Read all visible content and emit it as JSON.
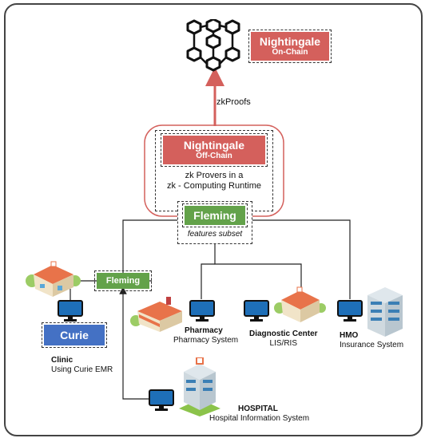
{
  "onchain": {
    "title": "Nightingale",
    "subtitle": "On-Chain"
  },
  "edge_label": "zkProofs",
  "offchain": {
    "title": "Nightingale",
    "subtitle": "Off-Chain",
    "desc_line1": "zk Provers in a",
    "desc_line2": "zk - Computing Runtime"
  },
  "fleming_main": {
    "title": "Fleming",
    "caption": "features subset"
  },
  "fleming_clinic": {
    "title": "Fleming"
  },
  "curie": {
    "title": "Curie"
  },
  "clinic": {
    "name": "Clinic",
    "system": "Using Curie EMR"
  },
  "pharmacy": {
    "name": "Pharmacy",
    "system": "Pharmacy System"
  },
  "diagnostic": {
    "name": "Diagnostic Center",
    "system": "LIS/RIS"
  },
  "hmo": {
    "name": "HMO",
    "system": "Insurance System"
  },
  "hospital": {
    "name": "HOSPITAL",
    "system": "Hospital Information System"
  },
  "colors": {
    "red": "#d4605c",
    "green": "#63a24a",
    "blue": "#4471c4",
    "line": "#222222",
    "arrow": "#d4605c"
  },
  "icons": [
    "blockchain-icon",
    "clinic-building-icon",
    "pharmacy-building-icon",
    "diagnostic-building-icon",
    "hmo-building-icon",
    "hospital-building-icon",
    "computer-monitor-icon"
  ]
}
